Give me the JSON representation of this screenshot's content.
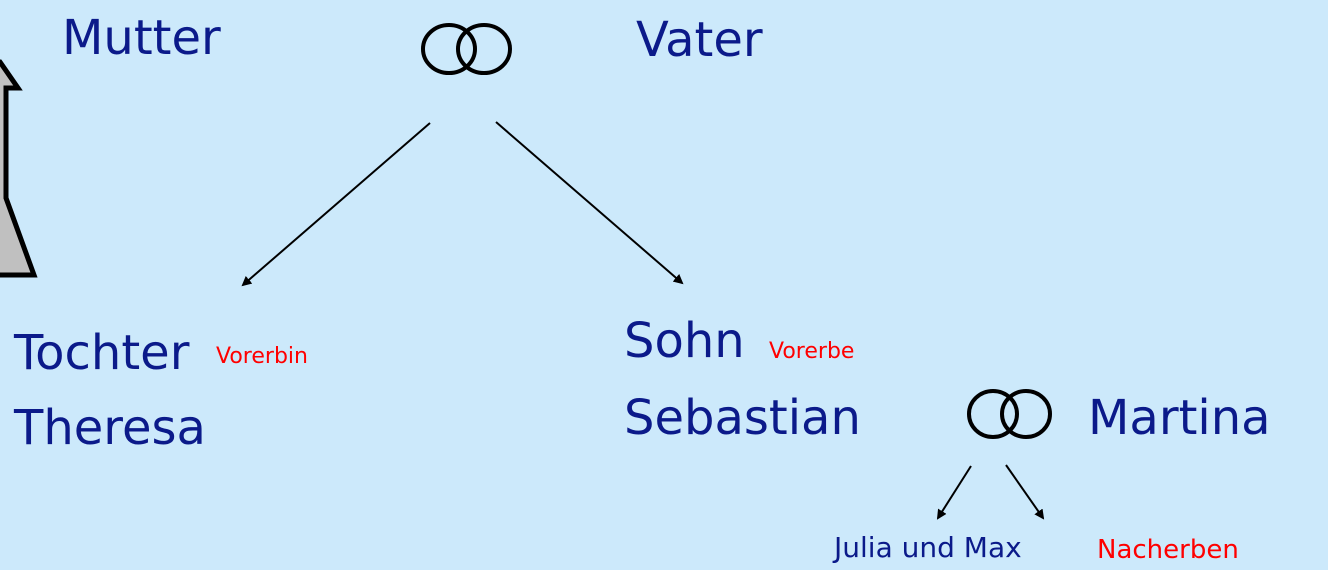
{
  "colors": {
    "background": "#cce9fb",
    "name_text": "#0b1a8a",
    "role_text": "#ff0000",
    "lines": "#000000",
    "house_fill": "#c0c0c0"
  },
  "icons": {
    "parents_marriage": "interlocking-rings-icon",
    "son_marriage": "interlocking-rings-icon",
    "house": "house-outline-icon"
  },
  "parents": {
    "mother": "Mutter",
    "father": "Vater"
  },
  "daughter": {
    "relation": "Tochter",
    "role": "Vorerbin",
    "name": "Theresa"
  },
  "son": {
    "relation": "Sohn",
    "role": "Vorerbe",
    "name": "Sebastian",
    "spouse": "Martina"
  },
  "grandchildren": {
    "names": "Julia und Max",
    "role": "Nacherben"
  }
}
